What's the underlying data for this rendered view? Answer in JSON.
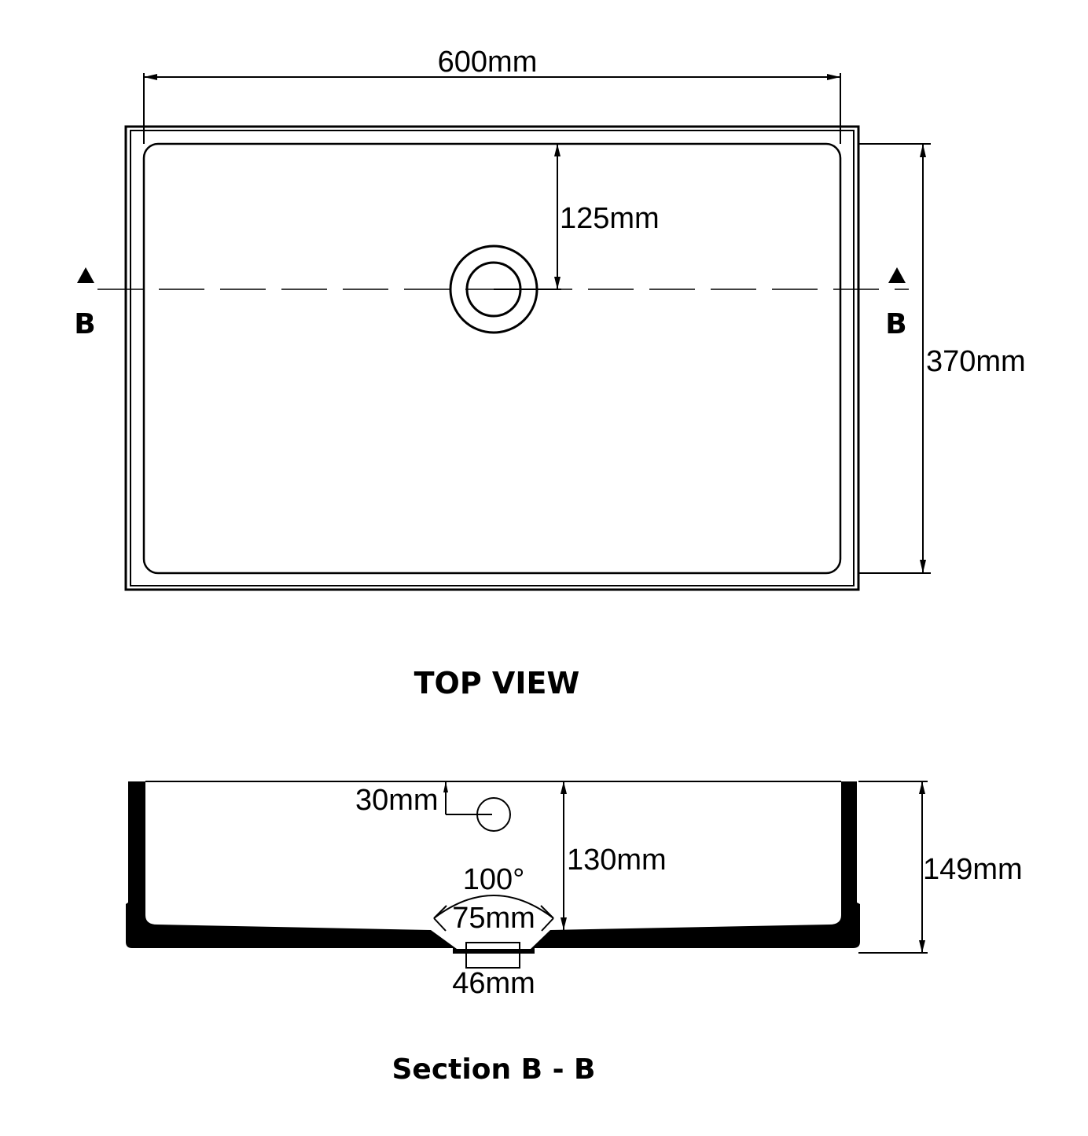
{
  "top_view": {
    "width_dim": "600mm",
    "depth_dim": "370mm",
    "drain_offset_dim": "125mm",
    "section_marker_left": "B",
    "section_marker_right": "B",
    "title": "TOP VIEW"
  },
  "section_view": {
    "overflow_dim": "30mm",
    "inner_depth_dim": "130mm",
    "outer_height_dim": "149mm",
    "drain_angle": "100°",
    "drain_top_dim": "75mm",
    "drain_bottom_dim": "46mm",
    "title": "Section B - B"
  }
}
